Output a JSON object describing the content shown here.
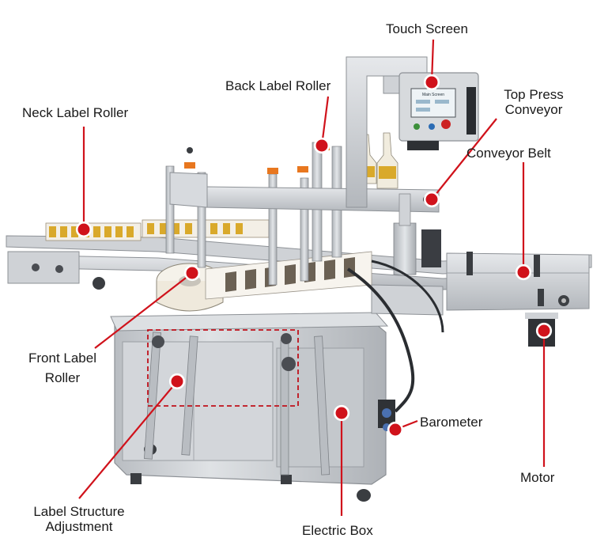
{
  "callouts": {
    "touch_screen": "Touch Screen",
    "back_label_roller": "Back Label Roller",
    "top_press_conveyor_line1": "Top Press",
    "top_press_conveyor_line2": "Conveyor",
    "neck_label_roller": "Neck Label Roller",
    "conveyor_belt": "Conveyor Belt",
    "front_label_roller_line1": "Front Label",
    "front_label_roller_line2": "Roller",
    "barometer": "Barometer",
    "motor": "Motor",
    "label_structure_adjustment_line1": "Label Structure",
    "label_structure_adjustment_line2": "Adjustment",
    "electric_box": "Electric Box"
  },
  "screen": {
    "title": "Main Screen"
  },
  "colors": {
    "leader": "#d0121b",
    "machine_steel": "#c9ccd0",
    "machine_dark": "#2d3034",
    "accent_orange": "#e8771f",
    "label_gold": "#d9a92b"
  }
}
